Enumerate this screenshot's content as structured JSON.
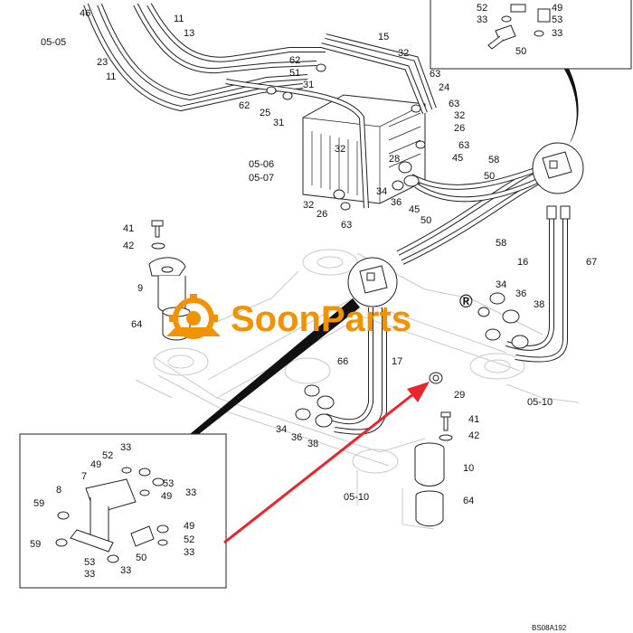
{
  "brand": {
    "name": "SoonParts",
    "registered_mark": "®",
    "color": "#f39200"
  },
  "colors": {
    "ink": "#222222",
    "ghost_lines": "#c9c9c9",
    "arrow": "#e8262b"
  },
  "drawing_code": "BS08A192",
  "reference_labels": {
    "ref_0505": "05-05",
    "ref_0506": "05-06",
    "ref_0507": "05-07",
    "ref_0510_right": "05-10",
    "ref_0510_bottom": "05-10"
  },
  "part_numbers": {
    "p46": "46",
    "p11a": "11",
    "p13": "13",
    "p23": "23",
    "p11b": "11",
    "p15": "15",
    "p32a": "32",
    "p62a": "62",
    "p51": "51",
    "p31a": "31",
    "p63a": "63",
    "p24": "24",
    "p62b": "62",
    "p25": "25",
    "p31b": "31",
    "p63b": "63",
    "p32b": "32",
    "p26a": "26",
    "p63c": "63",
    "p32c": "32",
    "p28": "28",
    "p45a": "45",
    "p34a": "34",
    "p36a": "36",
    "p45b": "45",
    "p32d": "32",
    "p26b": "26",
    "p63d": "63",
    "p50a": "50",
    "p50b": "50",
    "p58a": "58",
    "p58b": "58",
    "p41a": "41",
    "p42a": "42",
    "p9": "9",
    "p64a": "64",
    "p16": "16",
    "p67": "67",
    "p34b": "34",
    "p36b": "36",
    "p38a": "38",
    "p66": "66",
    "p17": "17",
    "p29": "29",
    "p34c": "34",
    "p36c": "36",
    "p38b": "38",
    "p41b": "41",
    "p42b": "42",
    "p10": "10",
    "p64b": "64",
    "inset_top": {
      "p52": "52",
      "p49": "49",
      "p33a": "33",
      "p53": "53",
      "p33b": "33",
      "p50": "50"
    },
    "inset_bottom": {
      "p49a": "49",
      "p52a": "52",
      "p33a": "33",
      "p7": "7",
      "p53a": "53",
      "p49b": "49",
      "p33b": "33",
      "p8": "8",
      "p59a": "59",
      "p49c": "49",
      "p52b": "52",
      "p59b": "59",
      "p33c": "33",
      "p53b": "53",
      "p33d": "33",
      "p50": "50",
      "p33e": "33"
    }
  }
}
